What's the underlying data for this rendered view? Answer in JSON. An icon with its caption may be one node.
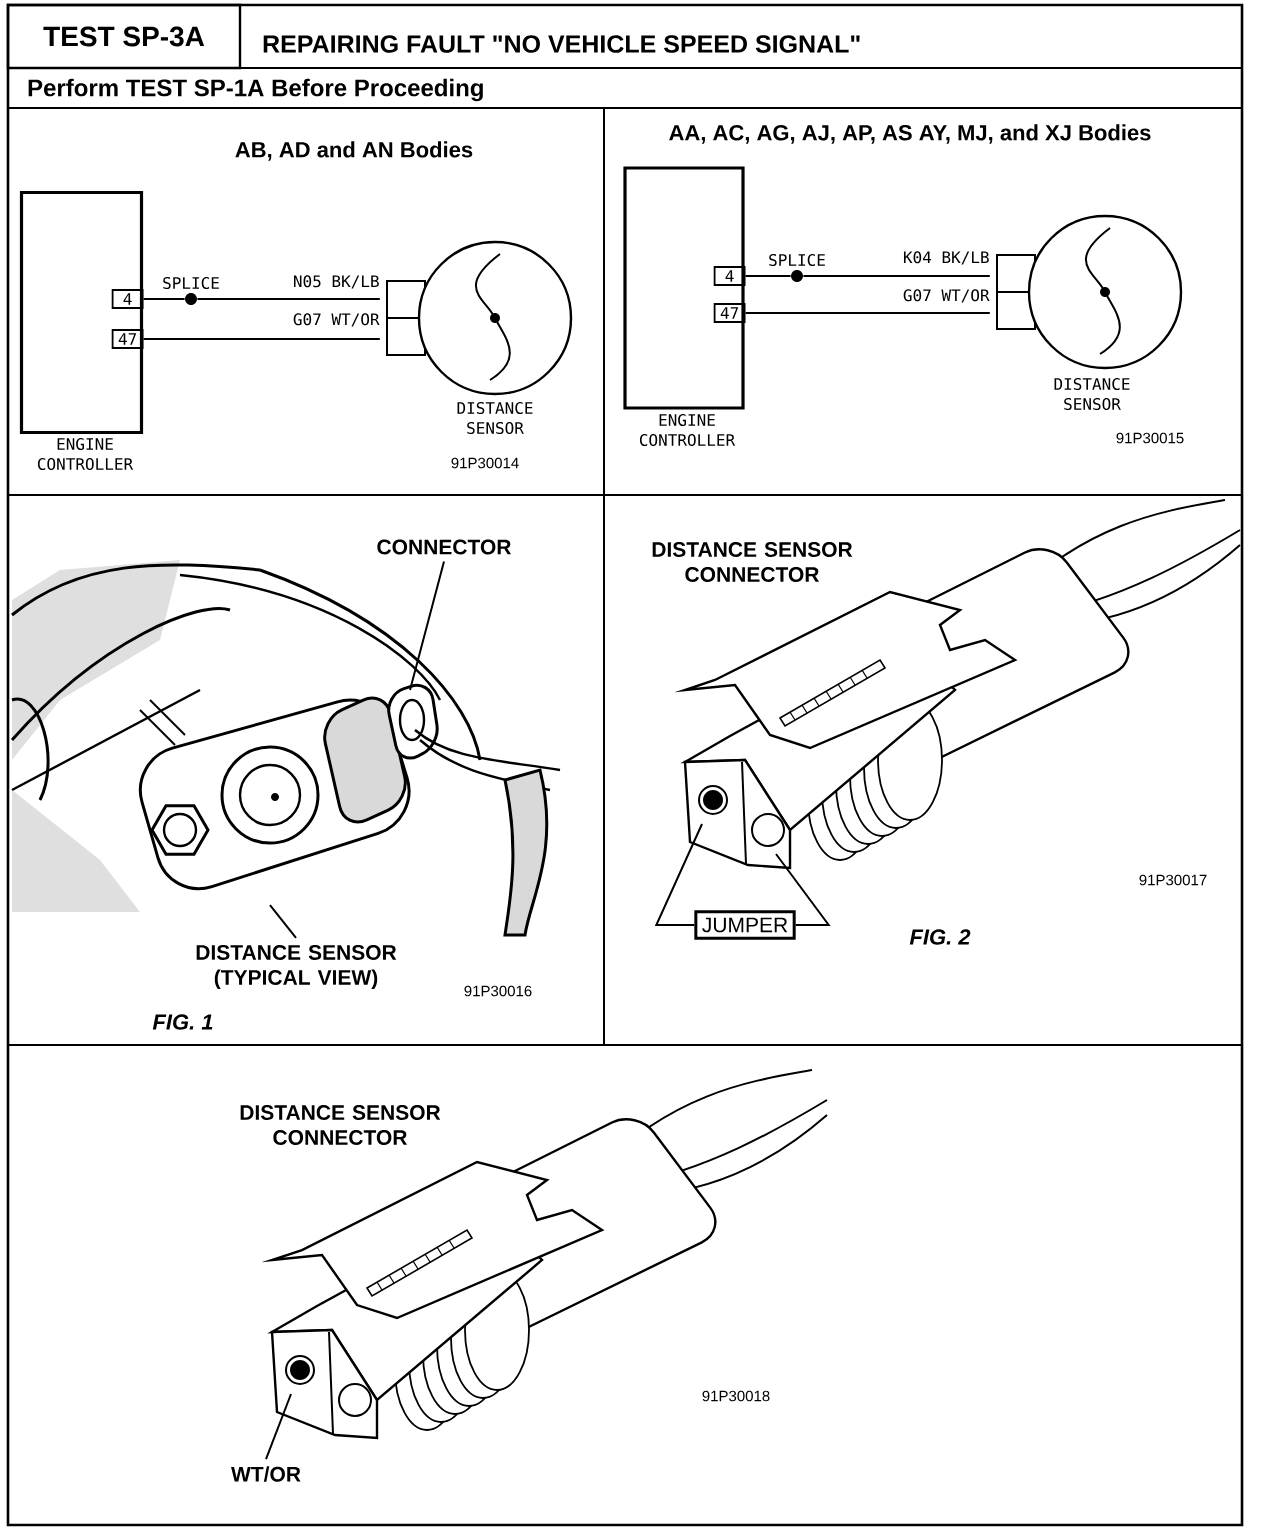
{
  "diagram": {
    "title": "REPAIRING FAULT \"NO VEHICLE SPEED SIGNAL\"",
    "nodes": [
      {
        "text": [
          "TEST SP-3A"
        ]
      },
      {
        "text": [
          "ENGINE CONTROLLER"
        ]
      },
      {
        "text": [
          "4"
        ],
        "in": 1
      },
      {
        "text": [
          "47"
        ],
        "in": 1
      },
      {
        "text": [],
        "shape": "circle",
        "beside": [
          "SPLICE"
        ]
      },
      {
        "text": [
          "DISTANCE SENSOR"
        ]
      },
      {
        "text": [
          "ENGINE CONTROLLER"
        ]
      },
      {
        "text": [
          "4"
        ],
        "in": 6
      },
      {
        "text": [
          "47"
        ],
        "in": 6
      },
      {
        "text": [],
        "shape": "circle",
        "beside": [
          "SPLICE"
        ]
      },
      {
        "text": [
          "DISTANCE SENSOR"
        ]
      },
      {
        "text": [
          "CONNECTOR"
        ]
      },
      {
        "text": [
          "DISTANCE SENSOR (TYPICAL VIEW)"
        ]
      },
      {
        "text": [
          "JUMPER"
        ]
      },
      {
        "text": [
          "WT/OR"
        ]
      }
    ],
    "edges": [
      {
        "from": 2,
        "to": 4,
        "arrow": "none"
      },
      {
        "from": 4,
        "to": 5,
        "arrow": "none",
        "label": "N05 BK/LB"
      },
      {
        "from": 3,
        "to": 5,
        "arrow": "none",
        "label": "G07 WT/OR"
      },
      {
        "from": 7,
        "to": 9,
        "arrow": "none"
      },
      {
        "from": 9,
        "to": 10,
        "arrow": "none",
        "label": "K04 BK/LB"
      },
      {
        "from": 8,
        "to": 10,
        "arrow": "none",
        "label": "G07 WT/OR"
      },
      {
        "from": 11,
        "to": null,
        "arrow": "none"
      },
      {
        "from": 12,
        "to": null,
        "arrow": "none"
      },
      {
        "from": 13,
        "to": null,
        "arrow": "none"
      },
      {
        "from": 13,
        "to": null,
        "arrow": "none"
      },
      {
        "from": 14,
        "to": null,
        "arrow": "none"
      }
    ],
    "labels": [
      "Perform TEST SP-1A Before Proceeding",
      "AB, AD and AN Bodies",
      "91P30014",
      "AA, AC, AG, AJ, AP, AS AY, MJ, and XJ Bodies",
      "91P30015",
      "91P30016",
      "FIG. 1",
      "DISTANCE SENSOR CONNECTOR",
      "91P30017",
      "FIG. 2",
      "DISTANCE SENSOR CONNECTOR",
      "91P30018"
    ]
  }
}
